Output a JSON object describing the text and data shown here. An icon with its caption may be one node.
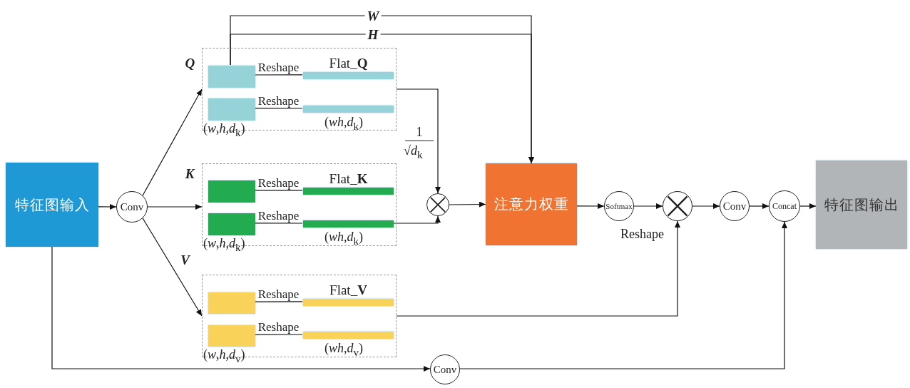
{
  "diagram": {
    "nodes": [
      {
        "text": [
          "特征图输入"
        ]
      },
      {
        "text": [
          "Conv"
        ]
      },
      {
        "text": [],
        "shape": "box"
      },
      {
        "text": [],
        "shape": "box",
        "in": 2
      },
      {
        "text": [],
        "shape": "box",
        "in": 2,
        "beside": [
          "(*w*,*h*,*d*$_{k}$)"
        ]
      },
      {
        "text": [
          "Flat_**Q**"
        ],
        "in": 2
      },
      {
        "text": [],
        "shape": "bar",
        "in": 2,
        "beside": [
          "(*wh*,*d*$_{k}$)"
        ]
      },
      {
        "text": [],
        "shape": "box"
      },
      {
        "text": [],
        "shape": "box",
        "in": 7
      },
      {
        "text": [],
        "shape": "box",
        "in": 7,
        "beside": [
          "(*w*,*h*,*d*$_{k}$)"
        ]
      },
      {
        "text": [
          "Flat_**K**"
        ],
        "in": 7
      },
      {
        "text": [],
        "shape": "bar",
        "in": 7,
        "beside": [
          "(*wh*,*d*$_{k}$)"
        ]
      },
      {
        "text": [],
        "shape": "box"
      },
      {
        "text": [],
        "shape": "box",
        "in": 12
      },
      {
        "text": [],
        "shape": "box",
        "in": 12,
        "beside": [
          "(*w*,*h*,*d*$_{v}$)"
        ]
      },
      {
        "text": [
          "Flat_**V**"
        ],
        "in": 12
      },
      {
        "text": [],
        "shape": "bar",
        "in": 12,
        "beside": [
          "(*wh*,*d*$_{v}$)"
        ]
      },
      {
        "text": [],
        "shape": "circle"
      },
      {
        "text": [
          "注意力权重"
        ]
      },
      {
        "text": [
          "Softmax"
        ]
      },
      {
        "text": [],
        "shape": "circle"
      },
      {
        "text": [
          "Conv"
        ]
      },
      {
        "text": [
          "Concat"
        ]
      },
      {
        "text": [
          "特征图输出"
        ]
      },
      {
        "text": [
          "Conv"
        ]
      }
    ],
    "edges": [
      {
        "from": 0,
        "to": 1,
        "arrow": "to"
      },
      {
        "from": 1,
        "to": 2,
        "arrow": "to",
        "label": "Q"
      },
      {
        "from": 1,
        "to": 7,
        "arrow": "to",
        "label": "K"
      },
      {
        "from": 1,
        "to": 12,
        "arrow": "to",
        "label": "V"
      },
      {
        "from": 3,
        "to": 5,
        "arrow": "none",
        "label": "Reshape"
      },
      {
        "from": 4,
        "to": 6,
        "arrow": "none",
        "label": "Reshape"
      },
      {
        "from": 8,
        "to": 10,
        "arrow": "none",
        "label": "Reshape"
      },
      {
        "from": 9,
        "to": 11,
        "arrow": "none",
        "label": "Reshape"
      },
      {
        "from": 13,
        "to": 15,
        "arrow": "none",
        "label": "Reshape"
      },
      {
        "from": 14,
        "to": 16,
        "arrow": "none",
        "label": "Reshape"
      },
      {
        "from": 3,
        "to": 18,
        "arrow": "to",
        "label": "W"
      },
      {
        "from": 3,
        "to": 18,
        "arrow": "to",
        "label": "H"
      },
      {
        "from": 2,
        "to": 17,
        "arrow": "to"
      },
      {
        "from": 11,
        "to": 17,
        "arrow": "to"
      },
      {
        "from": 17,
        "to": 18,
        "arrow": "to"
      },
      {
        "from": 18,
        "to": 19,
        "arrow": "to"
      },
      {
        "from": 19,
        "to": 20,
        "arrow": "to"
      },
      {
        "from": 12,
        "to": 20,
        "arrow": "to"
      },
      {
        "from": 20,
        "to": 21,
        "arrow": "to"
      },
      {
        "from": 21,
        "to": 22,
        "arrow": "to"
      },
      {
        "from": 22,
        "to": 23,
        "arrow": "to"
      },
      {
        "from": 0,
        "to": 24,
        "arrow": "to"
      },
      {
        "from": 24,
        "to": 22,
        "arrow": "to"
      }
    ],
    "labels": [
      "1",
      "√*d*$_{k}$",
      "Reshape"
    ]
  }
}
